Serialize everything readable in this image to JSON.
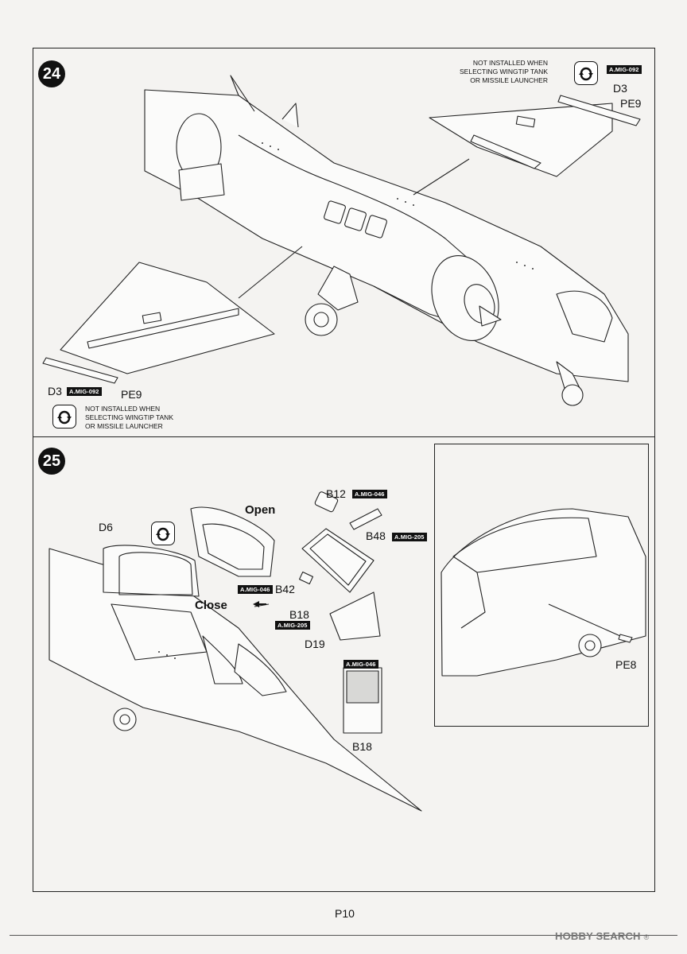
{
  "steps": [
    {
      "number": "24",
      "notes": {
        "top": "NOT INSTALLED WHEN\nSELECTING WINGTIP TANK\nOR MISSILE LAUNCHER",
        "bottom": "NOT INSTALLED WHEN\nSELECTING WINGTIP TANK\nOR MISSILE LAUNCHER"
      },
      "parts": {
        "top_d": "D3",
        "top_pe": "PE9",
        "bottom_d": "D3",
        "bottom_pe": "PE9"
      },
      "paints": {
        "top": "A.MIG-092",
        "bottom": "A.MIG-092"
      }
    },
    {
      "number": "25",
      "labels": {
        "open": "Open",
        "close": "Close"
      },
      "parts": {
        "d6": "D6",
        "b12": "B12",
        "b48": "B48",
        "b42": "B42",
        "b18": "B18",
        "d19": "D19",
        "b18_seat": "B18",
        "pe8": "PE8"
      },
      "paints": {
        "b12": "A.MIG-046",
        "b48": "A.MIG-205",
        "b42": "A.MIG-046",
        "b18": "A.MIG-205",
        "seat": "A.MIG-046"
      }
    }
  ],
  "footer": {
    "page_number": "P10",
    "watermark": "HOBBY SEARCH",
    "watermark_mark": "®"
  }
}
